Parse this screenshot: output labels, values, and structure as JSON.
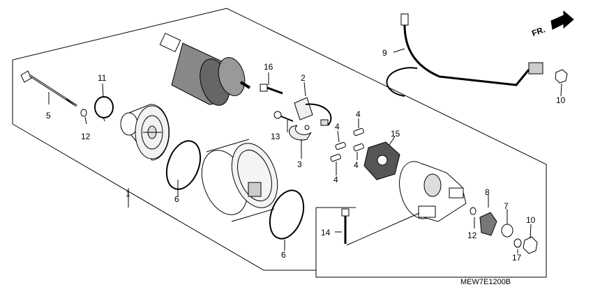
{
  "diagram": {
    "code": "MEW7E1200B",
    "front_label": "FR.",
    "callouts": {
      "c1": "1",
      "c2": "2",
      "c3": "3",
      "c4a": "4",
      "c4b": "4",
      "c4c": "4",
      "c4d": "4",
      "c5": "5",
      "c6a": "6",
      "c6b": "6",
      "c7": "7",
      "c8": "8",
      "c9": "9",
      "c10a": "10",
      "c10b": "10",
      "c11": "11",
      "c12a": "12",
      "c12b": "12",
      "c13": "13",
      "c14": "14",
      "c15": "15",
      "c16": "16",
      "c17": "17"
    }
  }
}
